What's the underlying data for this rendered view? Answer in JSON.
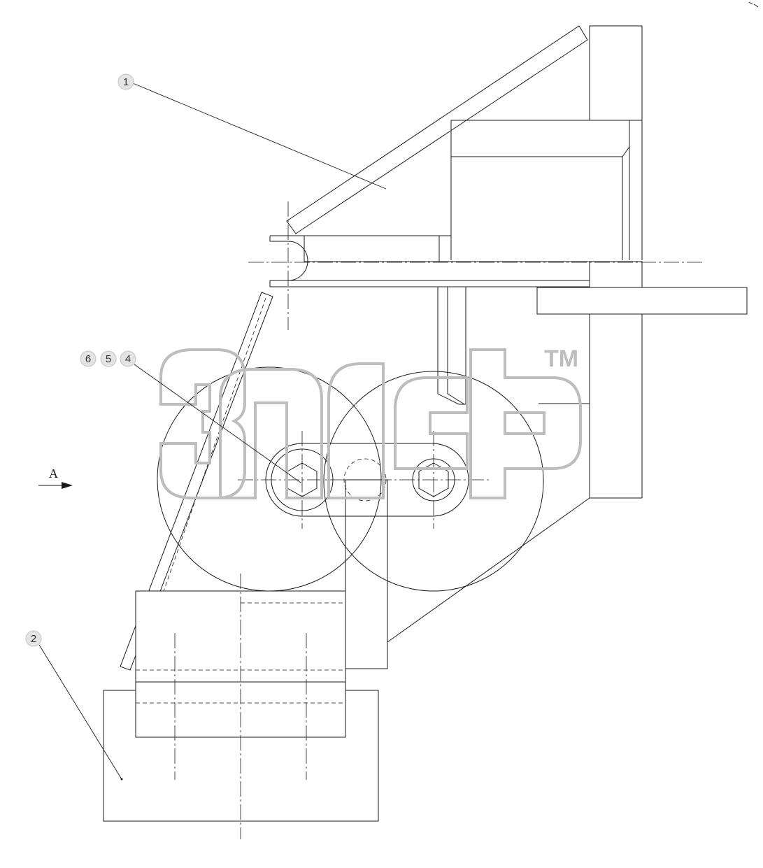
{
  "callouts": [
    {
      "label": "1"
    },
    {
      "label": "2"
    },
    {
      "label": "6"
    },
    {
      "label": "5"
    },
    {
      "label": "4"
    }
  ],
  "view_label": "A",
  "watermark": {
    "mark": "TM"
  },
  "colors": {
    "line": "#1a1a1a",
    "balloon_fill": "#e4e4e4",
    "watermark": "#bdbdbd"
  }
}
